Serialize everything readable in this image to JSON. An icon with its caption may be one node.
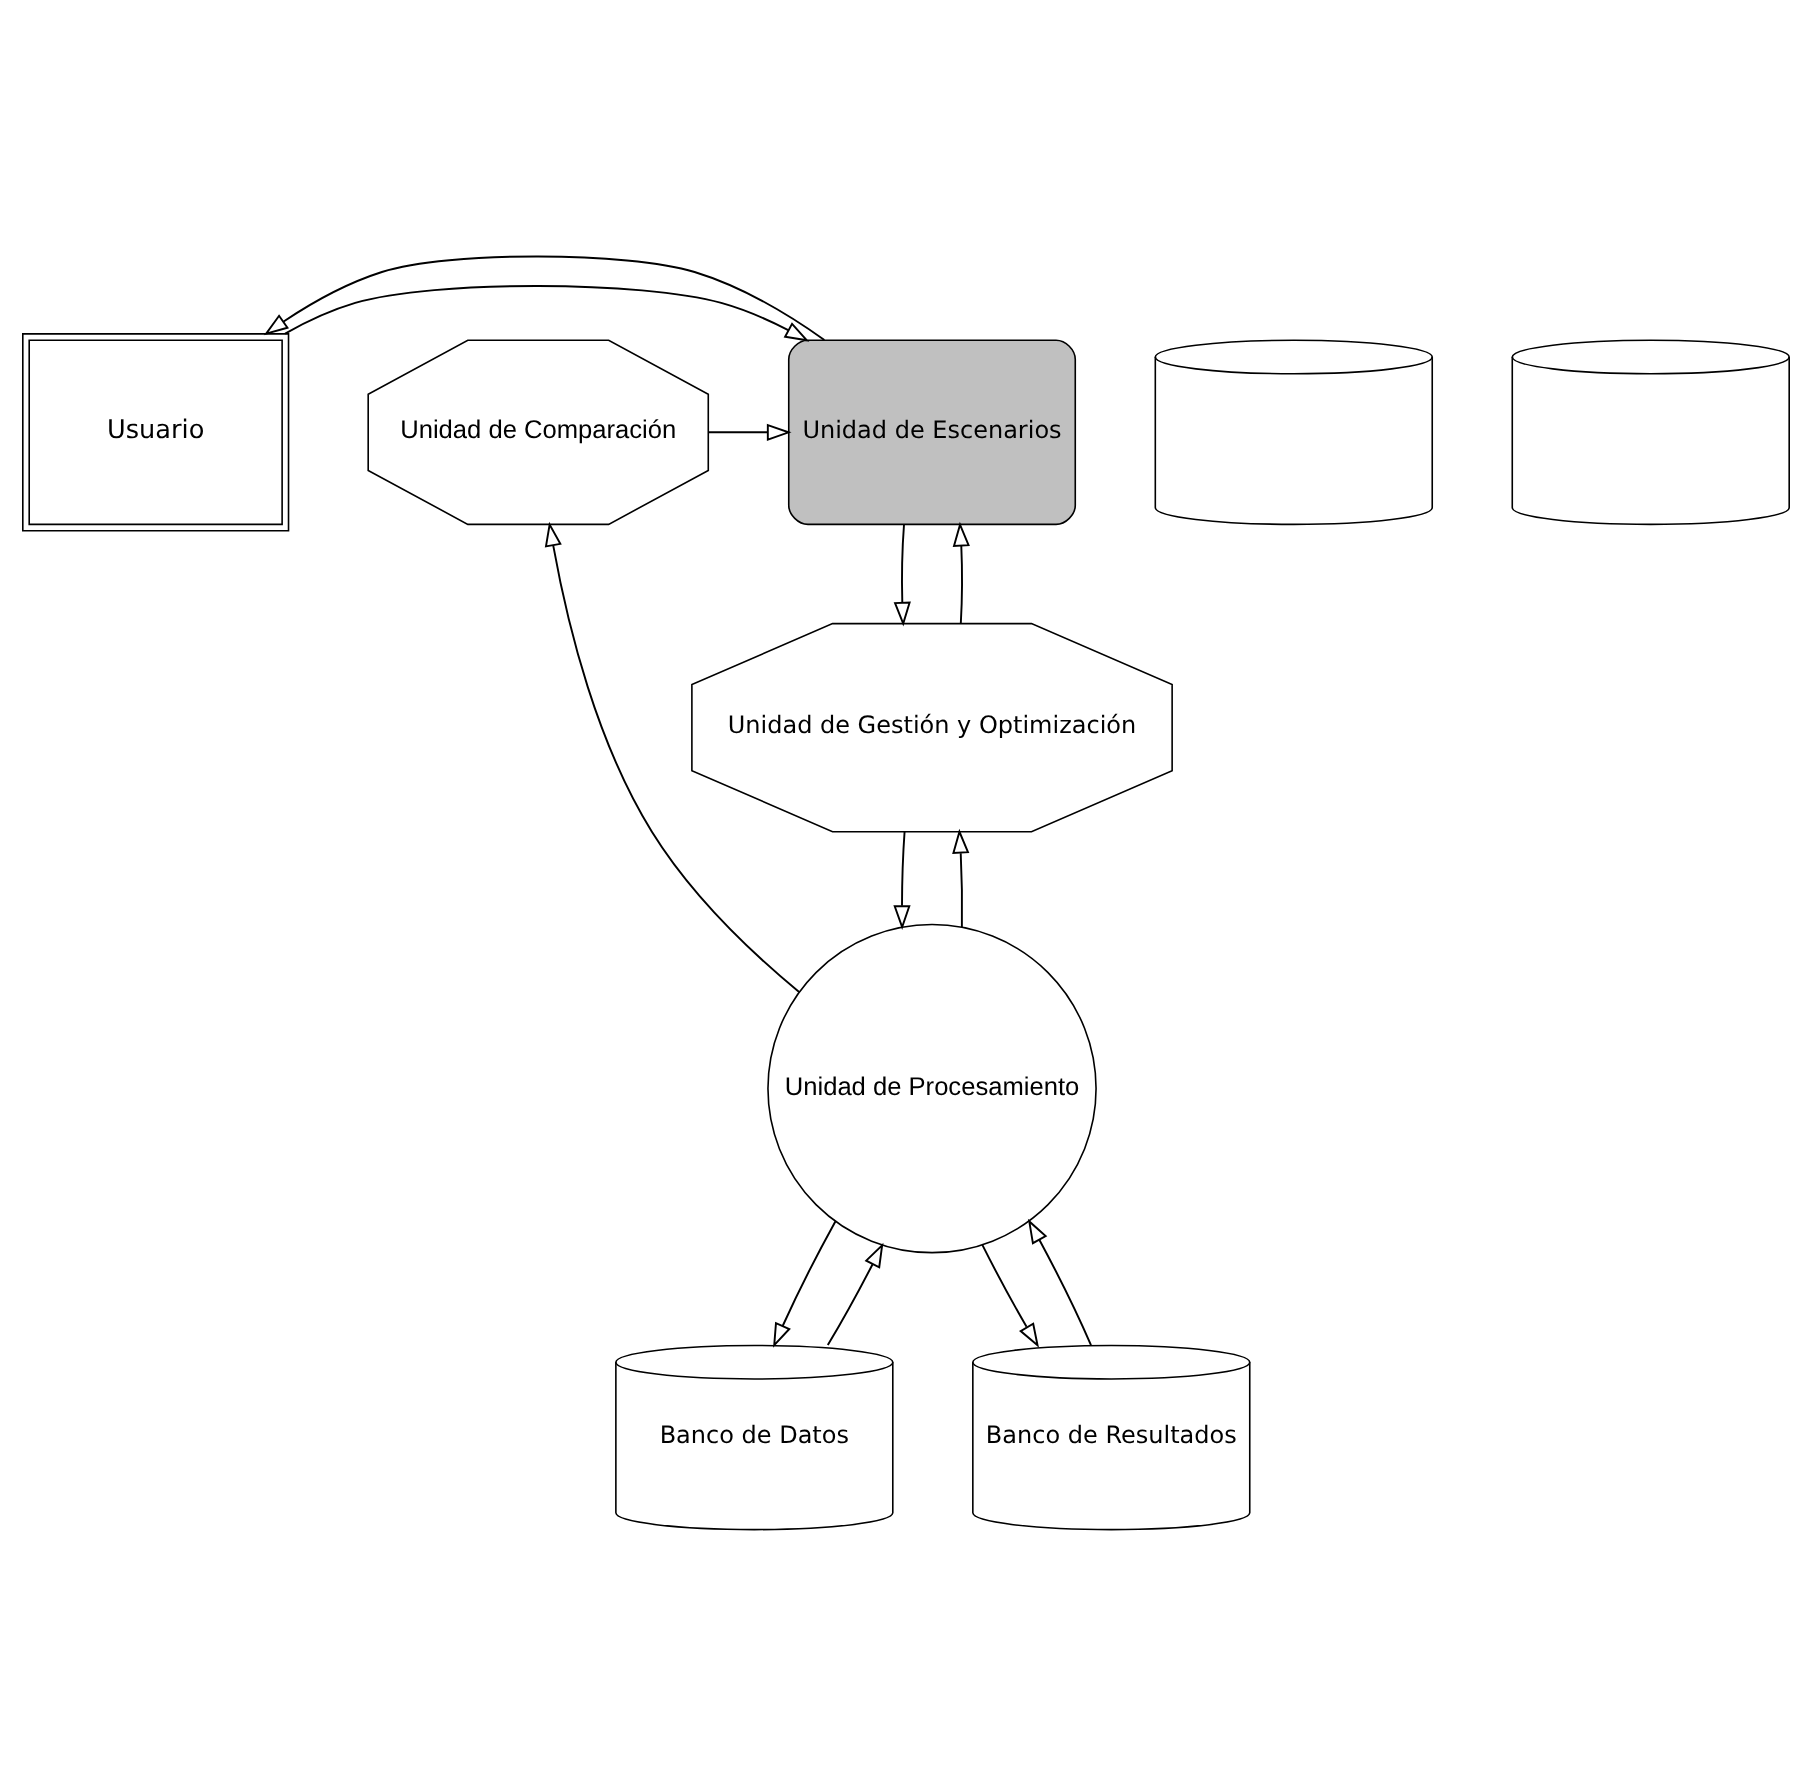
{
  "diagram": {
    "nodes": [
      {
        "text": [
          "Usuario"
        ]
      },
      {
        "text": [
          "Unidad de Escenarios"
        ]
      },
      {
        "text": [
          "Unidad de Comparación"
        ]
      },
      {
        "text": [
          "Unidad de Gestión y Optimización"
        ]
      },
      {
        "text": [],
        "shape": "cylinder"
      },
      {
        "text": [
          "Unidad de Procesamiento"
        ]
      },
      {
        "text": [
          "Banco de Datos"
        ]
      },
      {
        "text": [],
        "shape": "cylinder"
      },
      {
        "text": [
          "Banco de Resultados"
        ]
      }
    ],
    "edges": [
      {
        "from": 0,
        "to": 1,
        "arrow": "to"
      },
      {
        "from": 1,
        "to": 0,
        "arrow": "to"
      },
      {
        "from": 2,
        "to": 1,
        "arrow": "to"
      },
      {
        "from": 1,
        "to": 3,
        "arrow": "to"
      },
      {
        "from": 3,
        "to": 1,
        "arrow": "to"
      },
      {
        "from": 5,
        "to": 2,
        "arrow": "to"
      },
      {
        "from": 5,
        "to": 3,
        "arrow": "to"
      },
      {
        "from": 3,
        "to": 5,
        "arrow": "to"
      },
      {
        "from": 6,
        "to": 5,
        "arrow": "to"
      },
      {
        "from": 5,
        "to": 6,
        "arrow": "to"
      },
      {
        "from": 5,
        "to": 8,
        "arrow": "to"
      },
      {
        "from": 8,
        "to": 5,
        "arrow": "to"
      }
    ]
  }
}
